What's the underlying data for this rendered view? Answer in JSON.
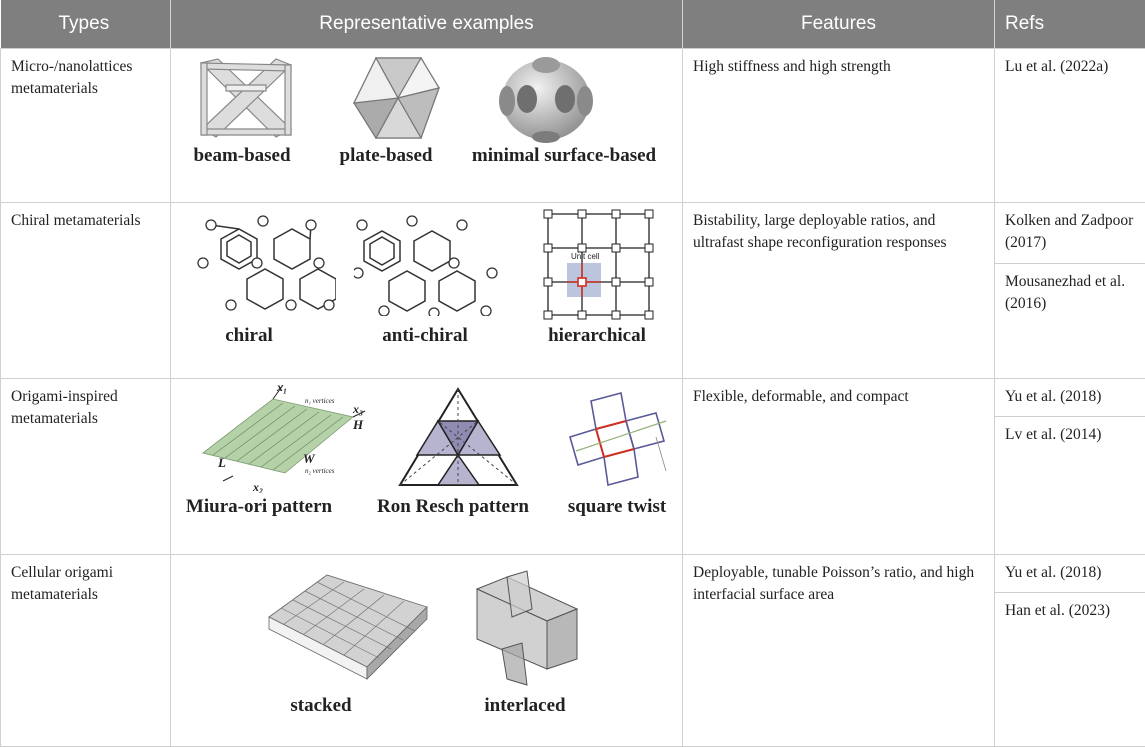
{
  "header": {
    "types": "Types",
    "examples": "Representative examples",
    "features": "Features",
    "refs": "Refs"
  },
  "rows": [
    {
      "type": "Micro-/nanolattices metamaterials",
      "captions": [
        "beam-based",
        "plate-based",
        "minimal surface-based"
      ],
      "features": "High stiffness and high strength",
      "refs": [
        "Lu et al. (2022a)"
      ]
    },
    {
      "type": "Chiral metamaterials",
      "captions": [
        "chiral",
        "anti-chiral",
        "hierarchical"
      ],
      "unit_cell_label": "Unit cell",
      "features": "Bistability, large deployable ratios, and ultrafast shape reconfiguration responses",
      "refs": [
        "Kolken and Zadpoor (2017)",
        "Mousanezhad et al. (2016)"
      ]
    },
    {
      "type": "Origami-inspired metamaterials",
      "captions": [
        "Miura-ori pattern",
        "Ron Resch pattern",
        "square twist"
      ],
      "miura_labels": {
        "x1": "x₁",
        "x2": "x₂",
        "x3": "x₃",
        "H": "H",
        "L": "L",
        "W": "W",
        "n1": "n₁ vertices",
        "n2": "n₂ vertices"
      },
      "features": "Flexible, deformable, and compact",
      "refs": [
        "Yu et al. (2018)",
        "Lv et al. (2014)"
      ]
    },
    {
      "type": "Cellular origami metamaterials",
      "captions": [
        "stacked",
        "interlaced"
      ],
      "features": "Deployable, tunable Poisson’s ratio, and high interfacial surface area",
      "refs": [
        "Yu et al. (2018)",
        "Han et al. (2023)"
      ]
    }
  ]
}
